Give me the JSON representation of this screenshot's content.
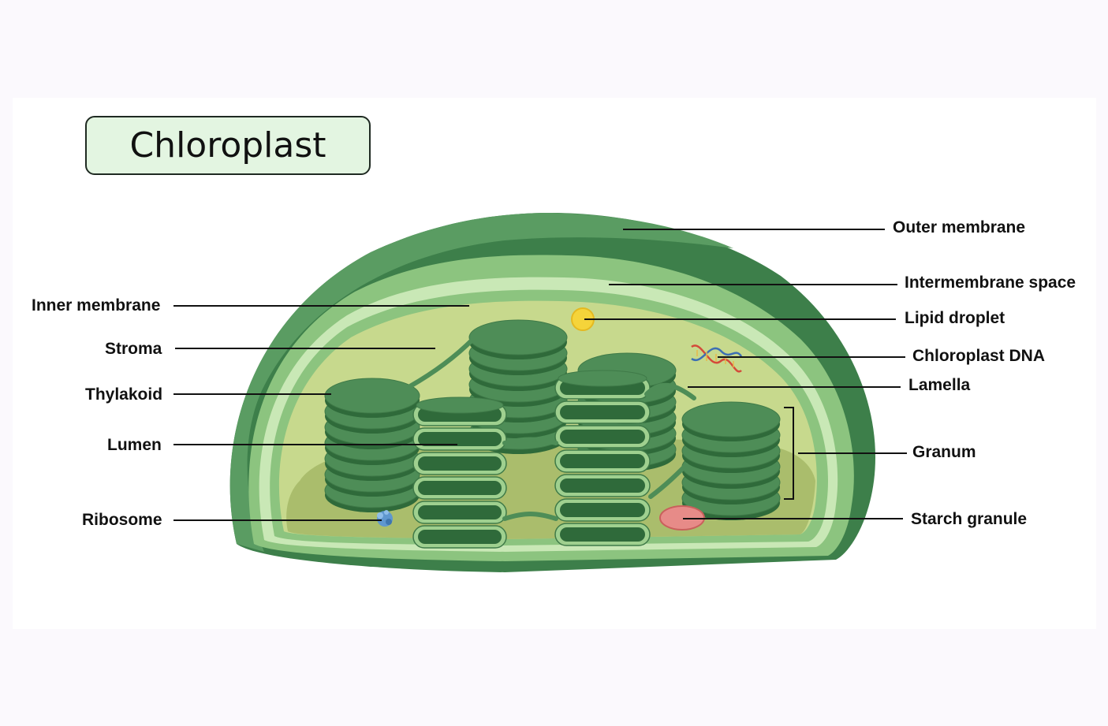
{
  "title": "Chloroplast",
  "labels": {
    "outer_membrane": "Outer membrane",
    "intermembrane_space": "Intermembrane space",
    "lipid_droplet": "Lipid droplet",
    "chloroplast_dna": "Chloroplast DNA",
    "lamella": "Lamella",
    "granum": "Granum",
    "starch_granule": "Starch granule",
    "inner_membrane": "Inner membrane",
    "stroma": "Stroma",
    "thylakoid": "Thylakoid",
    "lumen": "Lumen",
    "ribosome": "Ribosome"
  },
  "colors": {
    "outer_membrane": "#3d7f4a",
    "outer_membrane_light": "#5a9c62",
    "intermembrane_space": "#8cc47f",
    "membrane_band": "#c9e8b6",
    "stroma": "#c7d98d",
    "stroma_shadow": "#aabd6c",
    "thylakoid": "#4e8d57",
    "thylakoid_dark": "#2f6a3a",
    "lipid_droplet": "#f5d43a",
    "starch_granule": "#e78b88",
    "ribosome": "#5f97cf"
  }
}
